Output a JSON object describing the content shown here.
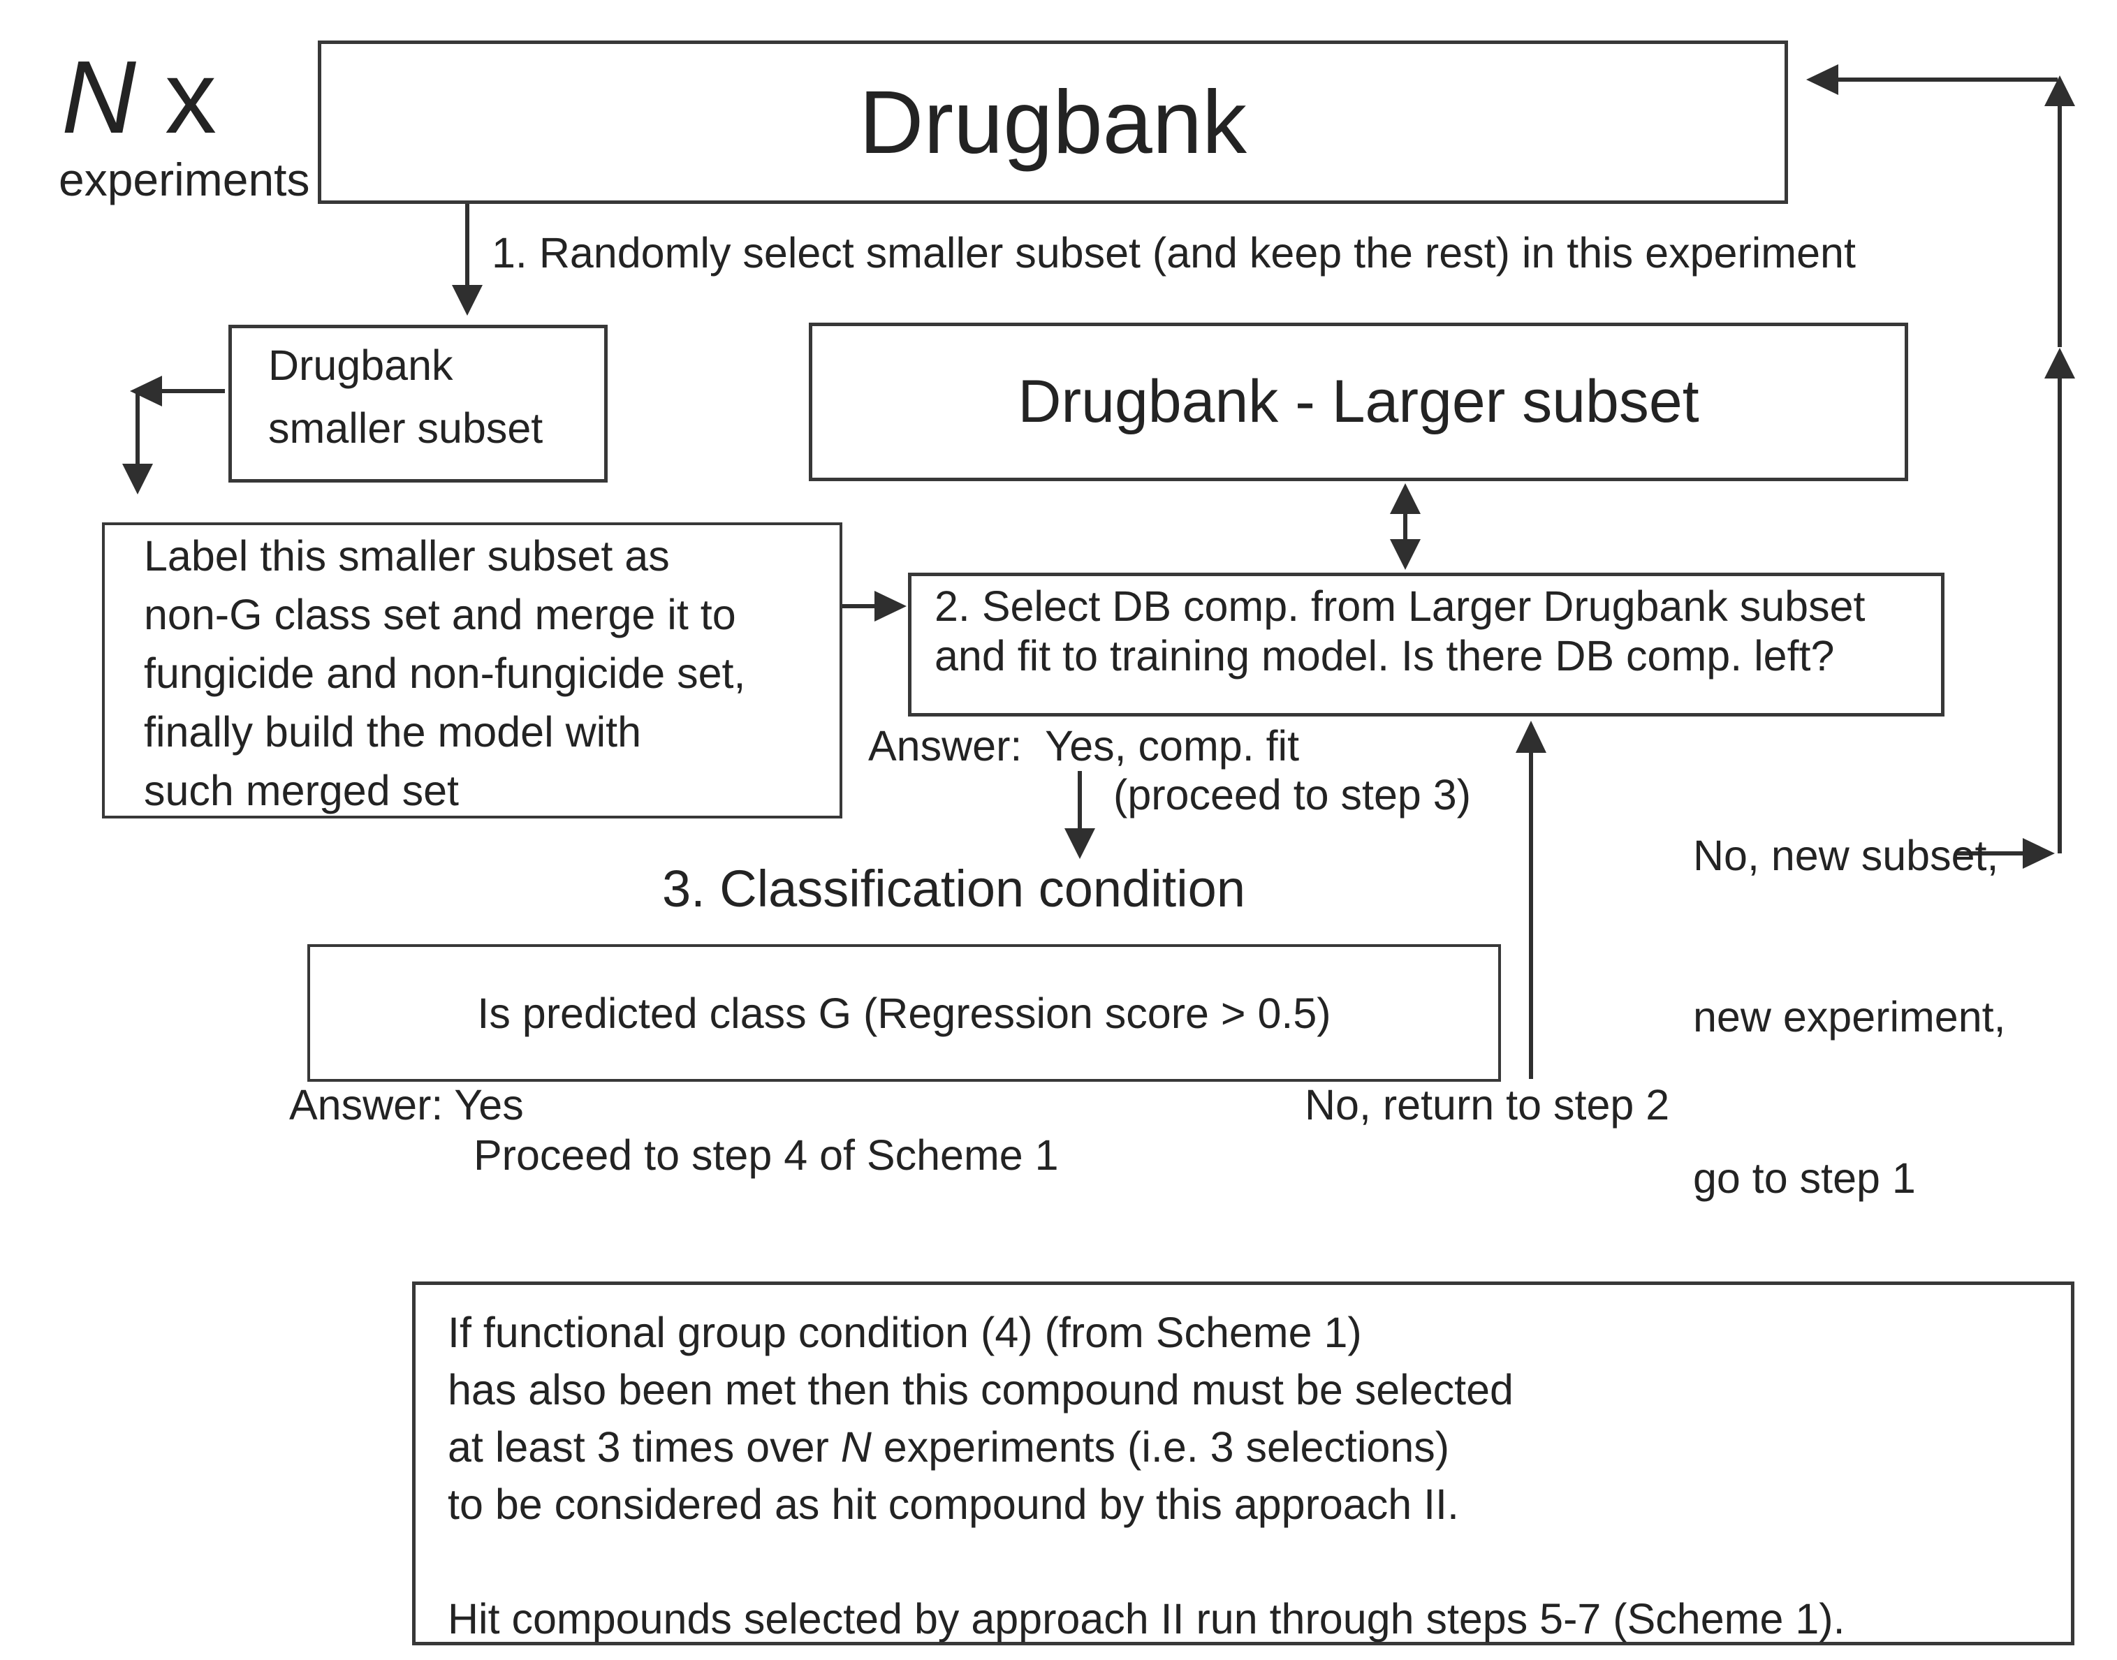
{
  "annotation": {
    "n": "N",
    "x": " x",
    "experiments": "experiments"
  },
  "drugbank_box": {
    "title": "Drugbank"
  },
  "step1": {
    "text": "1. Randomly select smaller subset (and keep the rest) in this experiment"
  },
  "smaller_box": {
    "lines": [
      "Drugbank",
      "smaller subset"
    ]
  },
  "larger_box": {
    "title": "Drugbank - Larger subset"
  },
  "label_box": {
    "lines": [
      "Label this smaller subset as",
      "non-G class set and merge it to",
      "fungicide and non-fungicide set,",
      "finally build the model with",
      "such merged set"
    ]
  },
  "step2_box": {
    "lines": [
      "2. Select DB comp. from Larger Drugbank subset",
      "and fit to training model. Is there DB comp. left?"
    ]
  },
  "step2_answers": {
    "yes": "Answer:  Yes, comp. fit",
    "yes_sub": "(proceed to step 3)",
    "no_lines": [
      "No, new subset,",
      "new experiment,",
      "go to step 1"
    ]
  },
  "step3": {
    "heading": "3. Classification condition",
    "box_text": "Is predicted class G (Regression score > 0.5)",
    "answer_yes": "Answer: Yes",
    "proceed": "Proceed to step 4 of Scheme 1",
    "answer_no": "No, return to step 2"
  },
  "final_box": {
    "lines": [
      "If functional group condition (4) (from Scheme 1)",
      "has also been met then this compound must be selected",
      {
        "pre": "at least 3 times over ",
        "n": "N",
        "post": " experiments (i.e. 3 selections)"
      },
      "to be considered as hit compound by this approach II.",
      "",
      "Hit compounds selected by approach II run through steps 5-7 (Scheme 1)."
    ]
  },
  "colors": {
    "ink": "#2f2f2f",
    "background": "#ffffff"
  }
}
